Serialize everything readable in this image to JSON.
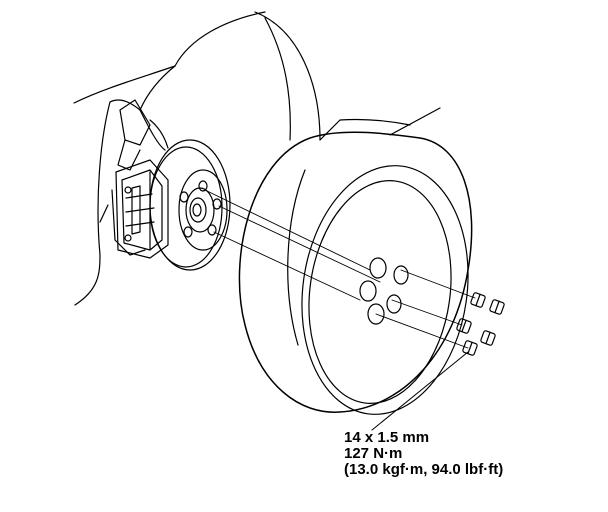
{
  "callout": {
    "line1": "14 x 1.5 mm",
    "line2": "127 N·m",
    "line3": "(13.0 kgf·m, 94.0 lbf·ft)"
  },
  "colors": {
    "ink": "#000000",
    "paper": "#ffffff"
  }
}
